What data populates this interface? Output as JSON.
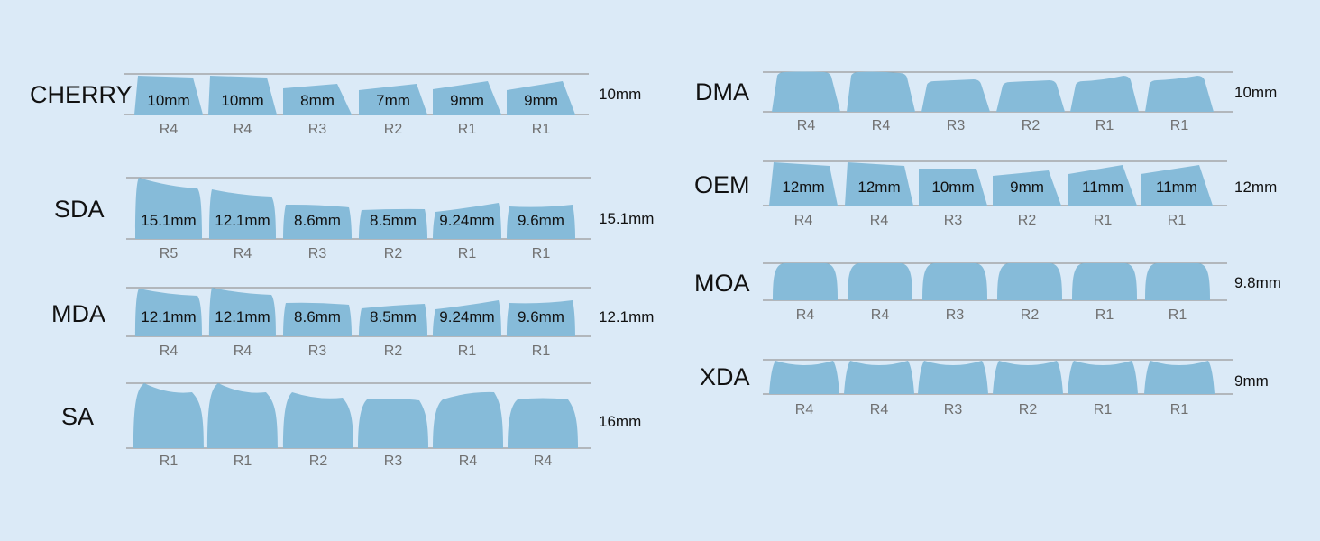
{
  "colors": {
    "background": "#dbeaf7",
    "keycap": "#86bbd9",
    "line": "#999999"
  },
  "profiles": [
    {
      "name": "CHERRY",
      "height": "10mm",
      "rows": [
        "R4",
        "R4",
        "R3",
        "R2",
        "R1",
        "R1"
      ],
      "labels": [
        "10mm",
        "10mm",
        "8mm",
        "7mm",
        "9mm",
        "9mm"
      ]
    },
    {
      "name": "SDA",
      "height": "15.1mm",
      "rows": [
        "R5",
        "R4",
        "R3",
        "R2",
        "R1",
        "R1"
      ],
      "labels": [
        "15.1mm",
        "12.1mm",
        "8.6mm",
        "8.5mm",
        "9.24mm",
        "9.6mm"
      ]
    },
    {
      "name": "MDA",
      "height": "12.1mm",
      "rows": [
        "R4",
        "R4",
        "R3",
        "R2",
        "R1",
        "R1"
      ],
      "labels": [
        "12.1mm",
        "12.1mm",
        "8.6mm",
        "8.5mm",
        "9.24mm",
        "9.6mm"
      ]
    },
    {
      "name": "SA",
      "height": "16mm",
      "rows": [
        "R1",
        "R1",
        "R2",
        "R3",
        "R4",
        "R4"
      ],
      "labels": [
        "",
        "",
        "",
        "",
        "",
        ""
      ]
    },
    {
      "name": "DMA",
      "height": "10mm",
      "rows": [
        "R4",
        "R4",
        "R3",
        "R2",
        "R1",
        "R1"
      ],
      "labels": [
        "",
        "",
        "",
        "",
        "",
        ""
      ]
    },
    {
      "name": "OEM",
      "height": "12mm",
      "rows": [
        "R4",
        "R4",
        "R3",
        "R2",
        "R1",
        "R1"
      ],
      "labels": [
        "12mm",
        "12mm",
        "10mm",
        "9mm",
        "11mm",
        "11mm"
      ]
    },
    {
      "name": "MOA",
      "height": "9.8mm",
      "rows": [
        "R4",
        "R4",
        "R3",
        "R2",
        "R1",
        "R1"
      ],
      "labels": [
        "",
        "",
        "",
        "",
        "",
        ""
      ]
    },
    {
      "name": "XDA",
      "height": "9mm",
      "rows": [
        "R4",
        "R4",
        "R3",
        "R2",
        "R1",
        "R1"
      ],
      "labels": [
        "",
        "",
        "",
        "",
        "",
        ""
      ]
    }
  ]
}
